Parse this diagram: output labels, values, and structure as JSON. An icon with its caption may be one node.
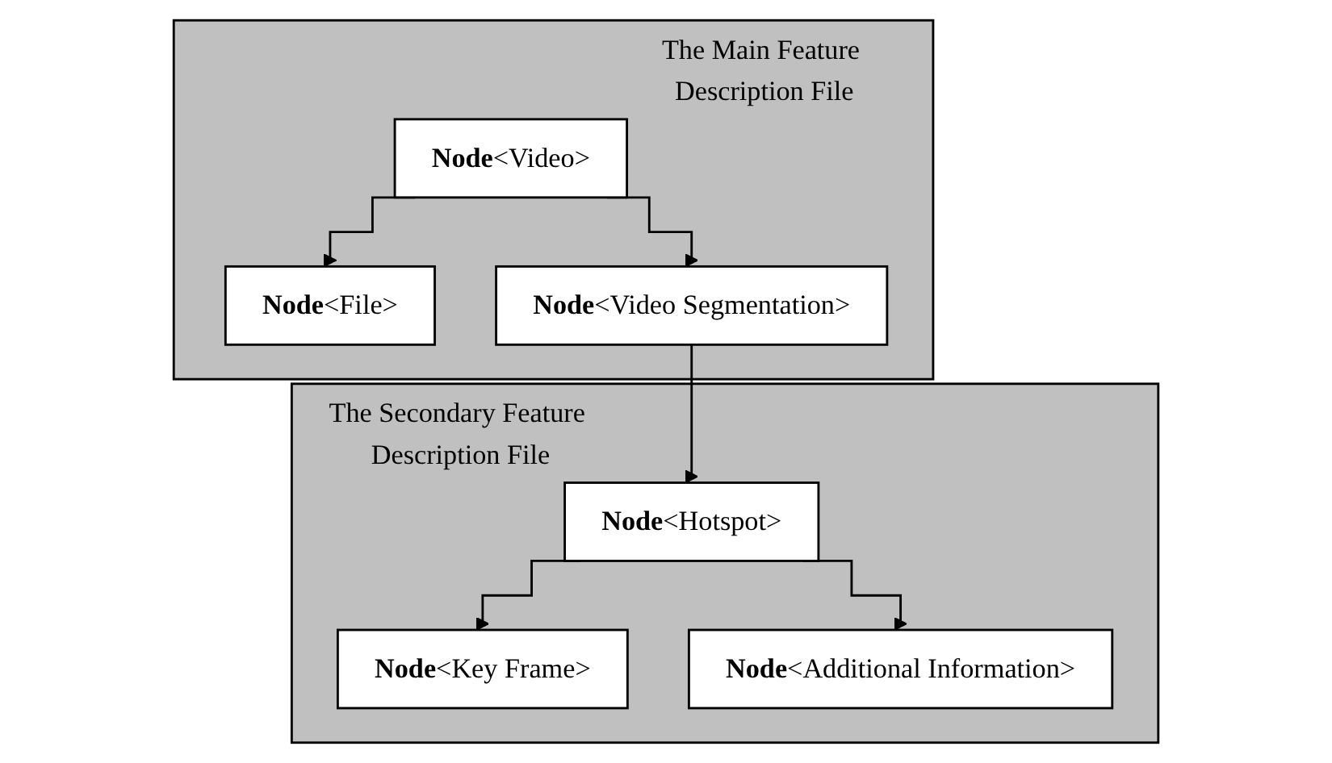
{
  "diagram": {
    "nodes": [
      {
        "text": [
          "The Main Feature Description File"
        ]
      },
      {
        "text": [
          "**Node**<Video>"
        ],
        "in": 0
      },
      {
        "text": [
          "**Node**<File>"
        ],
        "in": 0
      },
      {
        "text": [
          "**Node**<Video Segmentation>"
        ],
        "in": 0
      },
      {
        "text": [
          "The Secondary Feature Description File"
        ]
      },
      {
        "text": [
          "**Node**<Hotspot>"
        ],
        "in": 4
      },
      {
        "text": [
          "**Node**<Key Frame>"
        ],
        "in": 4
      },
      {
        "text": [
          "**Node**<Additional Information>"
        ],
        "in": 4
      }
    ],
    "edges": [
      {
        "from": 1,
        "to": 2,
        "arrow": "to"
      },
      {
        "from": 1,
        "to": 3,
        "arrow": "to"
      },
      {
        "from": 3,
        "to": 5,
        "arrow": "to"
      },
      {
        "from": 5,
        "to": 6,
        "arrow": "to"
      },
      {
        "from": 5,
        "to": 7,
        "arrow": "to"
      }
    ]
  }
}
